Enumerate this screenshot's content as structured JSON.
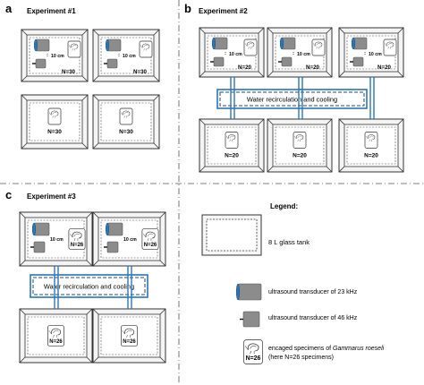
{
  "panels": [
    {
      "letter": "a",
      "title": "Experiment #1"
    },
    {
      "letter": "b",
      "title": "Experiment #2"
    },
    {
      "letter": "c",
      "title": "Experiment #3"
    }
  ],
  "exp1": {
    "tanks": [
      {
        "n_label": "N=30",
        "distance": "10 cm"
      },
      {
        "n_label": "N=30",
        "distance": "10 cm"
      },
      {
        "n_label": "N=30"
      },
      {
        "n_label": "N=30"
      }
    ]
  },
  "exp2": {
    "water_label": "Water recirculation and cooling",
    "tanks": [
      {
        "n_label": "N=20",
        "distance": "10 cm"
      },
      {
        "n_label": "N=20",
        "distance": "10 cm"
      },
      {
        "n_label": "N=20",
        "distance": "10 cm"
      },
      {
        "n_label": "N=20"
      },
      {
        "n_label": "N=20"
      },
      {
        "n_label": "N=20"
      }
    ]
  },
  "exp3": {
    "water_label": "Water recirculation and cooling",
    "tanks": [
      {
        "n_label": "N=26",
        "distance": "10 cm"
      },
      {
        "n_label": "N=26",
        "distance": "10 cm"
      },
      {
        "n_label": "N=26"
      },
      {
        "n_label": "N=26"
      }
    ]
  },
  "legend": {
    "title": "Legend:",
    "tank_label": "8 L glass tank",
    "t23_label": "ultrasound transducer of 23 kHz",
    "t46_label": "ultrasound transducer of 46 kHz",
    "cage_line1_pre": "encaged specimens of ",
    "cage_line1_species": "Gammarus roeseli",
    "cage_line2": "(here N=26 specimens)",
    "cage_n": "N=26"
  },
  "colors": {
    "pipe_blue": "#2e75b6",
    "tank_frame": "#333333",
    "transducer_gray": "#8c8c8c"
  }
}
